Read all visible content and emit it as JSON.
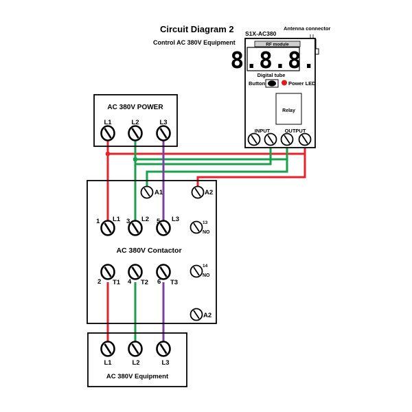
{
  "header": {
    "title": "Circuit Diagram 2",
    "subtitle": "Control AC 380V Equipment"
  },
  "power": {
    "title": "AC 380V POWER",
    "terminals": [
      "L1",
      "L2",
      "L3"
    ]
  },
  "device": {
    "model": "S1X-AC380",
    "antenna_label": "Antenna connector",
    "rf_label": "RF module",
    "display_text": "8.8.8.",
    "digital_tube_label": "Digital tube",
    "button_label": "Button",
    "power_led_label": "Power LED",
    "relay_label": "Relay",
    "input_label": "INPUT",
    "output_label": "OUTPUT"
  },
  "contactor": {
    "title": "AC 380V Contactor",
    "a1": "A1",
    "a2_top": "A2",
    "a2_bottom": "A2",
    "top_numbers": [
      "1",
      "3",
      "5"
    ],
    "top_labels": [
      "L1",
      "L2",
      "L3"
    ],
    "bottom_numbers": [
      "2",
      "4",
      "6"
    ],
    "bottom_labels": [
      "T1",
      "T2",
      "T3"
    ],
    "no13_num": "13",
    "no13_label": "NO",
    "no14_num": "14",
    "no14_label": "NO"
  },
  "equipment": {
    "title": "AC 380V Equipment",
    "terminals": [
      "L1",
      "L2",
      "L3"
    ]
  },
  "colors": {
    "red": "#e8202a",
    "green": "#17a24a",
    "purple": "#7b3fa0",
    "led": "#e01b1b"
  }
}
